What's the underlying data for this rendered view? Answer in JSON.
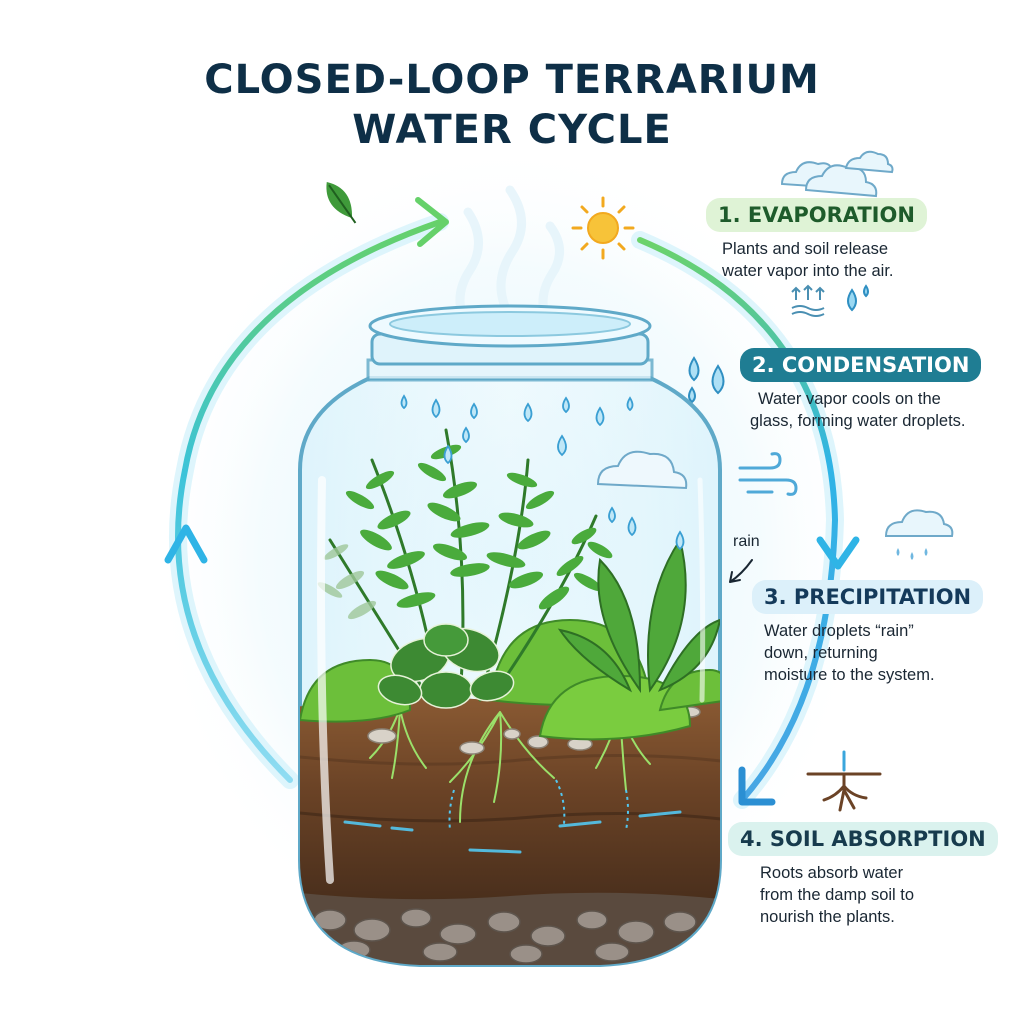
{
  "title": {
    "line1": "CLOSED-LOOP TERRARIUM",
    "line2": "WATER CYCLE"
  },
  "steps": [
    {
      "label": "1. EVAPORATION",
      "lines": [
        "Plants and soil release",
        "water vapor into the air."
      ]
    },
    {
      "label": "2. CONDENSATION",
      "lines": [
        "Water vapor cools on the",
        "glass, forming water droplets."
      ]
    },
    {
      "label": "3. PRECIPITATION",
      "lines": [
        "Water droplets “rain”",
        "down, returning",
        "moisture to the system."
      ]
    },
    {
      "label": "4. SOIL ABSORPTION",
      "lines": [
        "Roots absorb water",
        "from the damp soil to",
        "nourish the plants."
      ]
    }
  ],
  "rain_label": "rain",
  "colors": {
    "title": "#0e2f47",
    "arrow_green": "#6cd36a",
    "arrow_blue": "#2fb4e6",
    "glass": "#6fb7d2",
    "water": "#3aa6dc",
    "soil_top": "#8a5a33",
    "soil_dark": "#4a2f1c",
    "plant": "#3f9a3a",
    "moss": "#6cbf3a",
    "sun": "#f7b728"
  },
  "icons": [
    "leaf-icon",
    "sun-icon",
    "cloud-icon",
    "rain-cloud-icon",
    "steam-icon",
    "water-drop-icon",
    "wind-icon",
    "root-icon"
  ]
}
